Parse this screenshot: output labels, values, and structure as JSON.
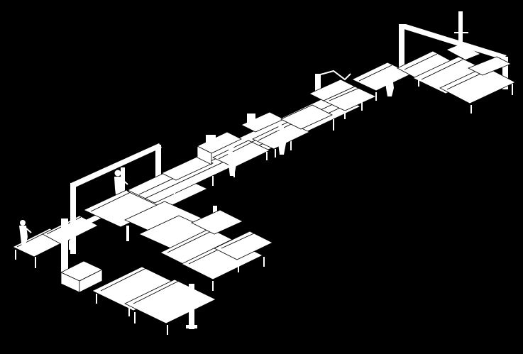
{
  "diagram": {
    "background": "#000000",
    "line_color": "#ffffff",
    "caption": "",
    "components": [
      {
        "id": "tail-conveyor",
        "kind": "roller-conveyor"
      },
      {
        "id": "operator-left",
        "kind": "operator"
      },
      {
        "id": "gantry-left",
        "kind": "gantry-robot"
      },
      {
        "id": "operator-on-gantry",
        "kind": "operator"
      },
      {
        "id": "control-cabinet",
        "kind": "cabinet"
      },
      {
        "id": "infeed-lanes-front",
        "kind": "roller-conveyor"
      },
      {
        "id": "outfeed-lanes-right",
        "kind": "roller-conveyor"
      },
      {
        "id": "main-line",
        "kind": "belt-conveyor"
      },
      {
        "id": "workstation-1",
        "kind": "processing-station"
      },
      {
        "id": "operator-mid-1",
        "kind": "operator"
      },
      {
        "id": "workstation-2",
        "kind": "processing-station"
      },
      {
        "id": "operator-mid-2",
        "kind": "operator"
      },
      {
        "id": "robot-arm-station",
        "kind": "robot-arm"
      },
      {
        "id": "operator-right",
        "kind": "operator"
      },
      {
        "id": "gantry-right",
        "kind": "gantry-robot"
      },
      {
        "id": "stacking-tables",
        "kind": "roller-conveyor"
      }
    ]
  }
}
